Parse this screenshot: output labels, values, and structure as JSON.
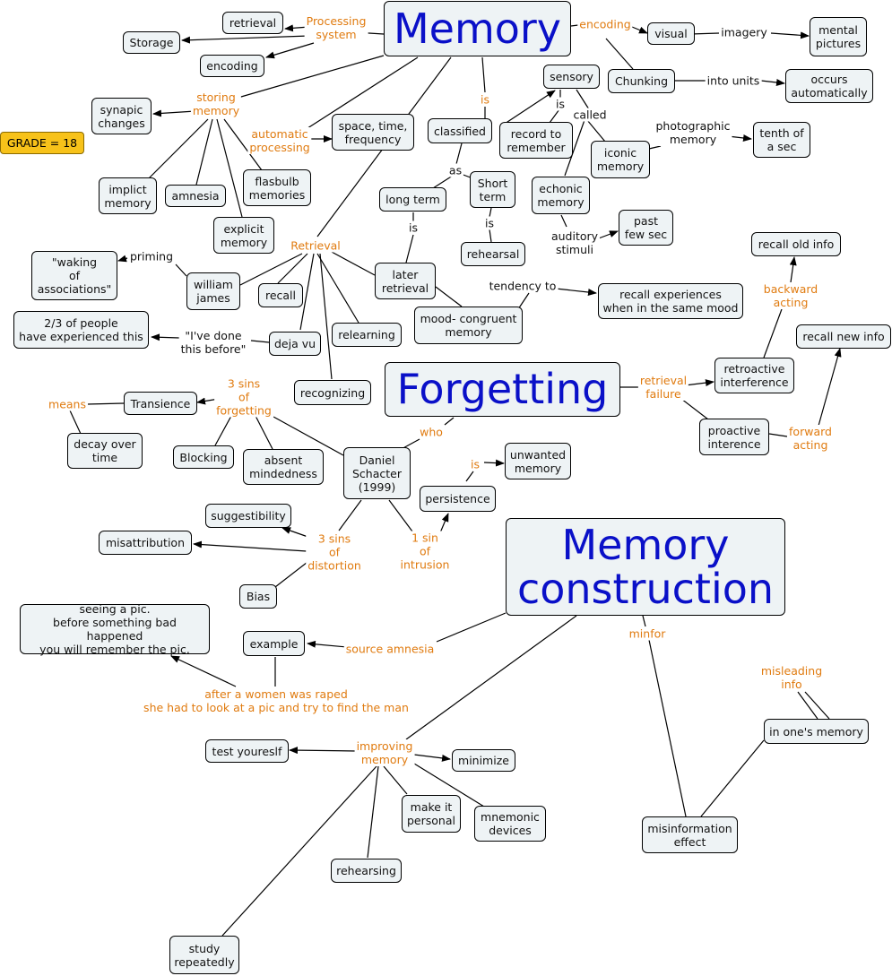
{
  "grade": "GRADE = 18",
  "titles": {
    "memory": "Memory",
    "forgetting": "Forgetting",
    "construction": "Memory\nconstruction"
  },
  "concepts": {
    "retrieval": "retrieval",
    "storage": "Storage",
    "encoding": "encoding",
    "synaptic": "synapic\nchanges",
    "implicit": "implict\nmemory",
    "amnesia": "amnesia",
    "flashbulb": "flasbulb\nmemories",
    "explicit": "explicit\nmemory",
    "spacetime": "space, time,\nfrequency",
    "classified": "classified",
    "record": "record to\nremember",
    "sensory": "sensory",
    "visual": "visual",
    "mentalpics": "mental\npictures",
    "chunking": "Chunking",
    "autom": "occurs\nautomatically",
    "iconic": "iconic\nmemory",
    "tenth": "tenth of\na sec",
    "echonic": "echonic\nmemory",
    "pastfew": "past\nfew sec",
    "longterm": "long term",
    "shortterm": "Short\nterm",
    "rehearsal": "rehearsal",
    "later": "later\nretrieval",
    "mood": "mood- congruent\nmemory",
    "recallexp": "recall experiences\nwhen in the same mood",
    "waking": "\"waking\nof\nassociations\"",
    "william": "william\njames",
    "recall": "recall",
    "twothirds": "2/3 of people\nhave experienced this",
    "dejavu": "deja vu",
    "relearning": "relearning",
    "recognizing": "recognizing",
    "recallold": "recall old info",
    "recallnew": "recall new info",
    "retroactive": "retroactive\ninterference",
    "proactive": "proactive\ninterence",
    "transience": "Transience",
    "decay": "decay over\ntime",
    "blocking": "Blocking",
    "absent": "absent\nmindedness",
    "schacter": "Daniel\nSchacter\n(1999)",
    "unwanted": "unwanted\nmemory",
    "persistence": "persistence",
    "suggest": "suggestibility",
    "misattr": "misattribution",
    "bias": "Bias",
    "seeingpic": "seeing a pic.\nbefore something bad happened\nyou will remember the pic.",
    "example": "example",
    "testyourself": "test youreslf",
    "minimize": "minimize",
    "personal": "make it\npersonal",
    "mnemonic": "mnemonic\ndevices",
    "rehearsing": "rehearsing",
    "study": "study\nrepeatedly",
    "inmemory": "in one's memory",
    "misinfo": "misinformation\neffect"
  },
  "links": {
    "processing": "Processing\nsystem",
    "storing": "storing\nmemory",
    "autoproc": "automatic\nprocessing",
    "is1": "is",
    "encoding": "encoding",
    "imagery": "imagery",
    "intounits": "into units",
    "is2": "is",
    "called": "called",
    "photographic": "photographic\nmemory",
    "as": "as",
    "is3": "is",
    "is4": "is",
    "auditory": "auditory\nstimuli",
    "priming": "priming",
    "retrieval": "Retrieval",
    "tendency": "tendency to",
    "ivedone": "\"I've done\nthis before\"",
    "retfail": "retrieval\nfailure",
    "backward": "backward\nacting",
    "forward": "forward\nacting",
    "threesins": "3 sins\nof\nforgetting",
    "means": "means",
    "who": "who",
    "is5": "is",
    "sinsdist": "3 sins\nof\ndistortion",
    "onesin": "1 sin\nof\nintrusion",
    "sourceamn": "source amnesia",
    "afterwomen": "after a women was raped\nshe had to look at a pic and try to find the man",
    "minfor": "minfor",
    "improving": "improving\nmemory",
    "misleading": "misleading\ninfo"
  }
}
